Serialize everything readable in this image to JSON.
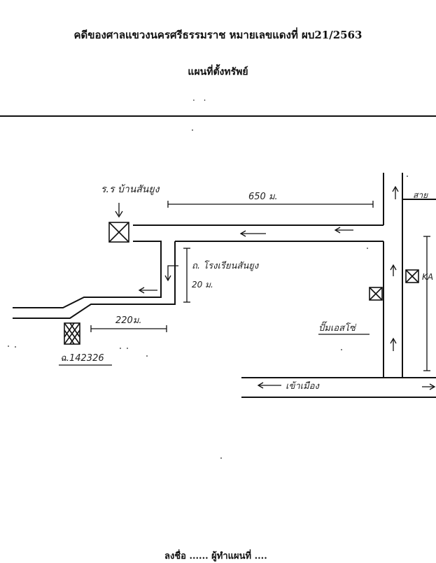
{
  "document": {
    "case_title": "คดีของศาลแขวงนครศรีธรรมราช หมายเลขแดงที่ ผบ21/2563",
    "map_heading": "แผนที่ตั้งทรัพย์",
    "dots": ". ."
  },
  "labels": {
    "school": "ร.ร บ้านสันยูง",
    "dist_650": "650 ม.",
    "dorm": "ถ. โรงเรียนสันยูง",
    "dist_20": "20 ม.",
    "dist_220": "220ม.",
    "parcel": "ฉ.142326",
    "gas_station": "ปั๊มเอสโซ่",
    "to_city": "เข้าเมือง",
    "right_top": "สาย",
    "right_mid": "KA"
  },
  "bottom": {
    "text": "ลงชื่อ ...... ผู้ทำแผนที่ ...."
  }
}
